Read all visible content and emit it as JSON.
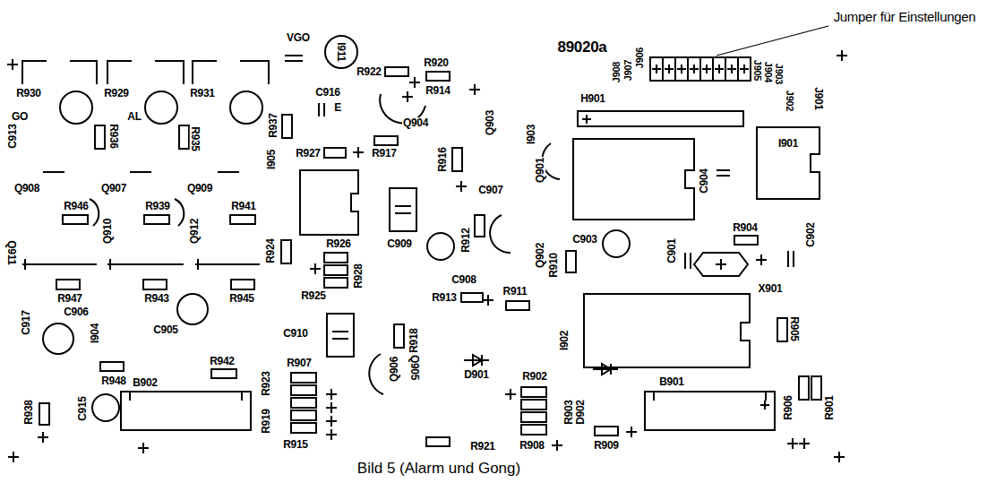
{
  "diagram": {
    "caption": "Bild 5 (Alarm und Gong)",
    "labels": [
      "Jumper für Einstellungen",
      "89020a",
      "VGO",
      "I911",
      "R922",
      "R920",
      "R914",
      "E",
      "Q904",
      "C916",
      "R930",
      "GO",
      "C913",
      "R929",
      "AL",
      "R931",
      "R936",
      "R935",
      "R937",
      "R927",
      "R917",
      "R916",
      "Q903",
      "I903",
      "Q901",
      "C907",
      "H901",
      "J908",
      "J907",
      "J906",
      "J905",
      "J904",
      "J903",
      "J902",
      "J901",
      "I901",
      "C904",
      "Q908",
      "Q907",
      "Q909",
      "R946",
      "R939",
      "R941",
      "Q910",
      "Q912",
      "I905",
      "R924",
      "R926",
      "R928",
      "C909",
      "R912",
      "C908",
      "Q902",
      "R910",
      "C903",
      "R904",
      "C901",
      "C902",
      "X901",
      "R905",
      "I902",
      "Q911",
      "R947",
      "R943",
      "R945",
      "C906",
      "C917",
      "I904",
      "C905",
      "R925",
      "R913",
      "R911",
      "C910",
      "R918",
      "D901",
      "R942",
      "R948",
      "B902",
      "C915",
      "R938",
      "R907",
      "R919",
      "R923",
      "R915",
      "Q906",
      "Q905",
      "R921",
      "R902",
      "R908",
      "R903",
      "D902",
      "R909",
      "B901",
      "R906",
      "R901"
    ]
  }
}
